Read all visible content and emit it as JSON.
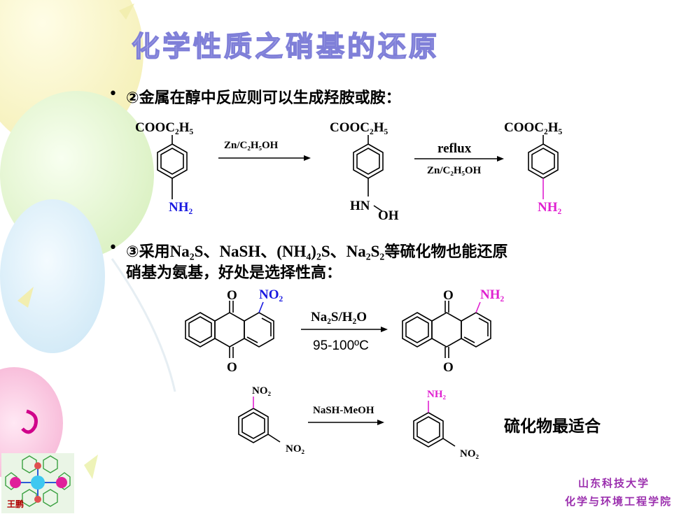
{
  "title": "化学性质之硝基的还原",
  "bullet2": {
    "marker": "•",
    "text": "②金属在醇中反应则可以生成羟胺或胺："
  },
  "bullet3": {
    "marker": "•",
    "line1_a": "③采用",
    "line1_formula": "Na₂S、NaSH、(NH₄)₂S、Na₂S₂",
    "line1_b": "等硫化物也能还原",
    "line2": "硝基为氨基，好处是选择性高："
  },
  "reaction1": {
    "substituent_top": "COOC₂H₅",
    "start_bottom": "NH₂",
    "arrow1_label": "Zn/C₂H₅OH",
    "middle_bottom_n": "HN",
    "middle_bottom_oh": "OH",
    "arrow2_label_top": "reflux",
    "arrow2_label_bottom": "Zn/C₂H₅OH",
    "product_bottom": "NH₂"
  },
  "reaction2": {
    "carbonyl_o": "O",
    "reactant_group": "NO₂",
    "reagent_top": "Na₂S/H₂O",
    "reagent_bottom": "95-100ºC",
    "product_group": "NH₂"
  },
  "reaction3": {
    "reactant_top": "NO₂",
    "reactant_bottom": "NO₂",
    "reagent": "NaSH-MeOH",
    "product_top": "NH₂",
    "product_bottom": "NO₂"
  },
  "note": "硫化物最适合",
  "footer": {
    "university": "山东科技大学",
    "college": "化学与环境工程学院"
  },
  "logo_label": "王鹏",
  "colors": {
    "title": "#c9c9f0",
    "highlight": "#e020d0",
    "footer": "#9b2fae",
    "text": "#000000"
  }
}
